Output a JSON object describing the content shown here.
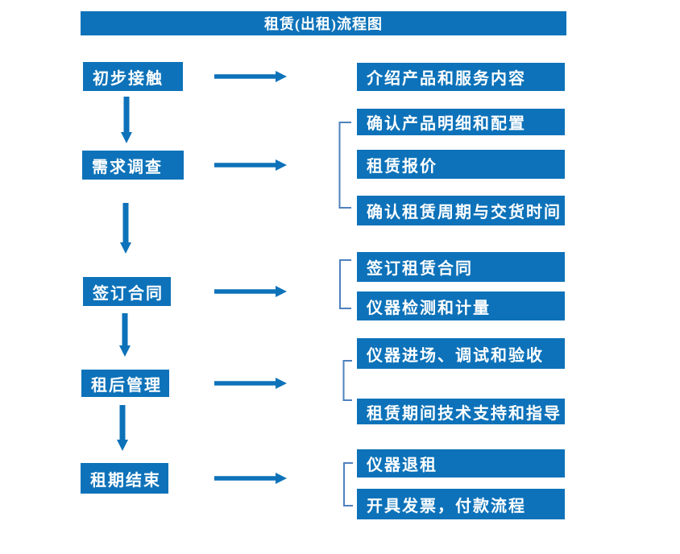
{
  "flow": {
    "title": "租赁(出租)流程图",
    "stages": [
      {
        "label": "初步接触",
        "outputs": [
          "介绍产品和服务内容"
        ]
      },
      {
        "label": "需求调查",
        "outputs": [
          "确认产品明细和配置",
          "租赁报价",
          "确认租赁周期与交货时间"
        ]
      },
      {
        "label": "签订合同",
        "outputs": [
          "签订租赁合同",
          "仪器检测和计量"
        ]
      },
      {
        "label": "租后管理",
        "outputs": [
          "仪器进场、调试和验收",
          "租赁期间技术支持和指导"
        ]
      },
      {
        "label": "租期结束",
        "outputs": [
          "仪器退租",
          "开具发票，付款流程"
        ]
      }
    ],
    "colors": {
      "box_fill": "#0d72b9",
      "box_text": "#ffffff",
      "arrow": "#0d72b9",
      "bracket": "#4f81bd",
      "background": "#ffffff"
    }
  }
}
